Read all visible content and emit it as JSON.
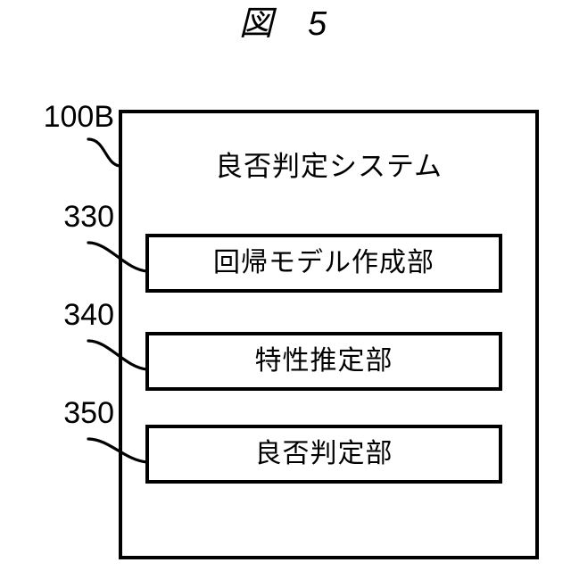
{
  "figure": {
    "title": "図  5",
    "background_color": "#ffffff",
    "line_color": "#000000"
  },
  "system": {
    "reference_numeral": "100B",
    "title": "良否判定システム"
  },
  "components": [
    {
      "reference_numeral": "330",
      "label": "回帰モデル作成部"
    },
    {
      "reference_numeral": "340",
      "label": "特性推定部"
    },
    {
      "reference_numeral": "350",
      "label": "良否判定部"
    }
  ]
}
